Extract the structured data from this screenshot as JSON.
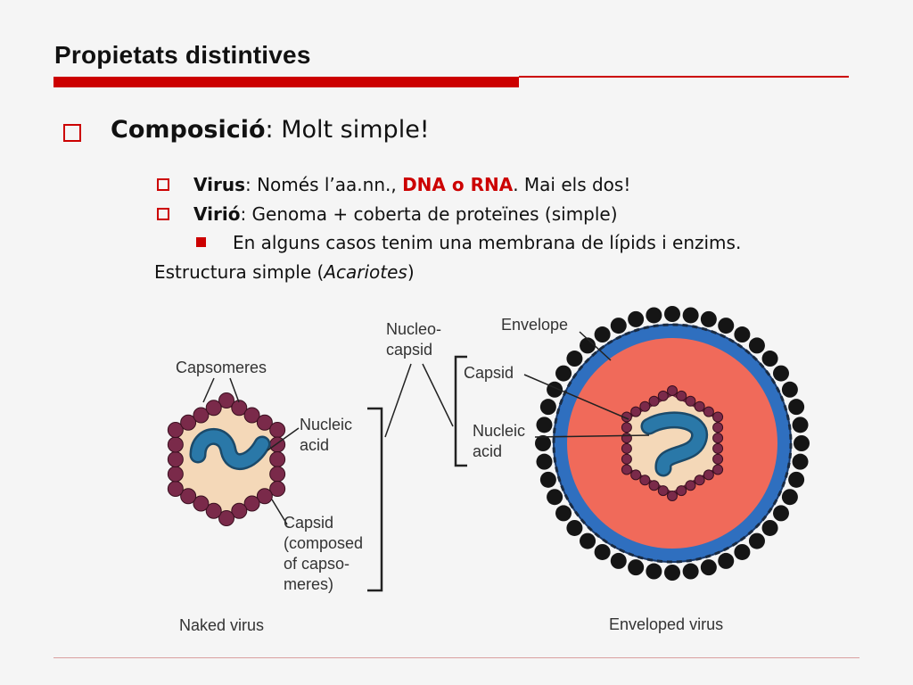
{
  "slide": {
    "title": "Propietats distintives",
    "bullet1": {
      "term": "Composició",
      "rest": ": Molt simple!"
    },
    "bullet2": {
      "term": "Virus",
      "text1": ": Només l’aa.nn., ",
      "highlight": "DNA o RNA",
      "text2": ". Mai els dos!"
    },
    "bullet3": {
      "term": "Virió",
      "rest": ": Genoma + coberta de proteïnes (simple)"
    },
    "bullet4": {
      "text": "En alguns casos tenim una membrana de lípids i enzims."
    },
    "line5": {
      "text1": "Estructura simple (",
      "italic": "Acariotes",
      "text2": ")"
    }
  },
  "diagram": {
    "labels": {
      "capsomeres": "Capsomeres",
      "nucleic_left_1": "Nucleic",
      "nucleic_left_2": "acid",
      "capsid_1": "Capsid",
      "capsid_2": "(composed",
      "capsid_3": "of capso-",
      "capsid_4": "meres)",
      "nucleo_1": "Nucleo-",
      "nucleo_2": "capsid",
      "capsid_right": "Capsid",
      "nucleic_right_1": "Nucleic",
      "nucleic_right_2": "acid",
      "envelope": "Envelope",
      "naked_virus": "Naked virus",
      "enveloped_virus": "Enveloped virus"
    },
    "colors": {
      "capsomere": "#7a2a4a",
      "nucleic_acid": "#2a78a8",
      "naked_inner": "#f4d8b8",
      "envelope_outer": "#2f6fbf",
      "envelope_inner": "#f06a5a",
      "spike": "#151515",
      "inner_core": "#f4d8b8"
    }
  }
}
